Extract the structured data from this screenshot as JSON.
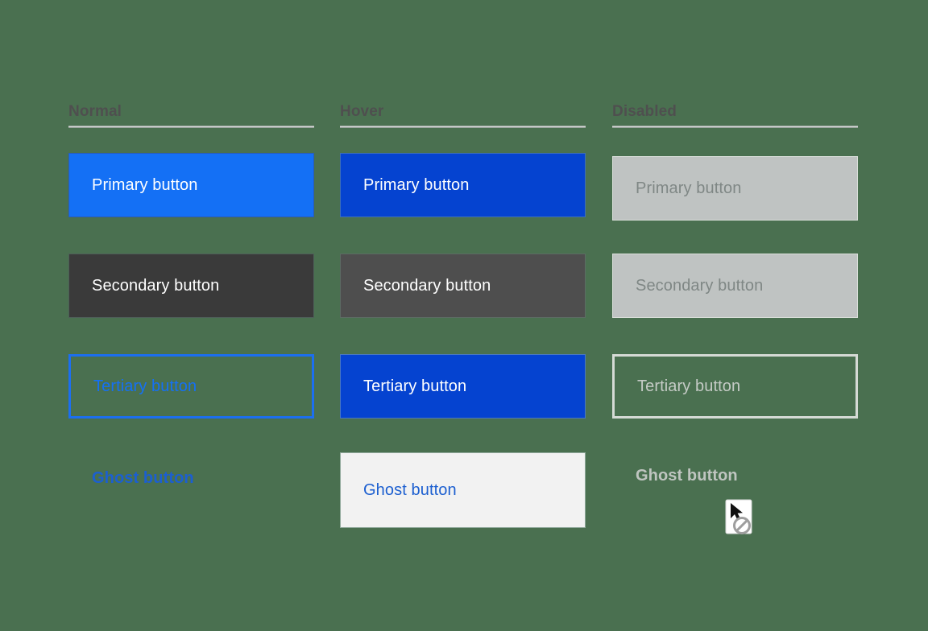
{
  "palette": {
    "background": "#4a7050",
    "primary_normal_bg": "#1470f5",
    "primary_hover_bg": "#0543d0",
    "secondary_normal_bg": "#3a3a3a",
    "secondary_hover_bg": "#4e4e4e",
    "disabled_bg": "#bfc3c2",
    "disabled_text": "#7f8785",
    "tertiary_border": "#1c6ff0",
    "tertiary_text": "#1470f5",
    "tertiary_disabled_border": "#d5dad5",
    "ghost_text": "#1c5fd0",
    "ghost_hover_bg": "#f2f2f2",
    "header_text": "#4f4f4f",
    "header_rule": "#d8dcda"
  },
  "columns": [
    {
      "key": "normal",
      "header": "Normal"
    },
    {
      "key": "hover",
      "header": "Hover"
    },
    {
      "key": "disabled",
      "header": "Disabled"
    }
  ],
  "buttons": {
    "primary": {
      "normal": "Primary button",
      "hover": "Primary button",
      "disabled": "Primary button"
    },
    "secondary": {
      "normal": "Secondary button",
      "hover": "Secondary button",
      "disabled": "Secondary button"
    },
    "tertiary": {
      "normal": "Tertiary button",
      "hover": "Tertiary button",
      "disabled": "Tertiary button"
    },
    "ghost": {
      "normal": "Ghost button",
      "hover": "Ghost button",
      "disabled": "Ghost button"
    }
  },
  "cursor": {
    "icon": "not-allowed-cursor-icon"
  }
}
